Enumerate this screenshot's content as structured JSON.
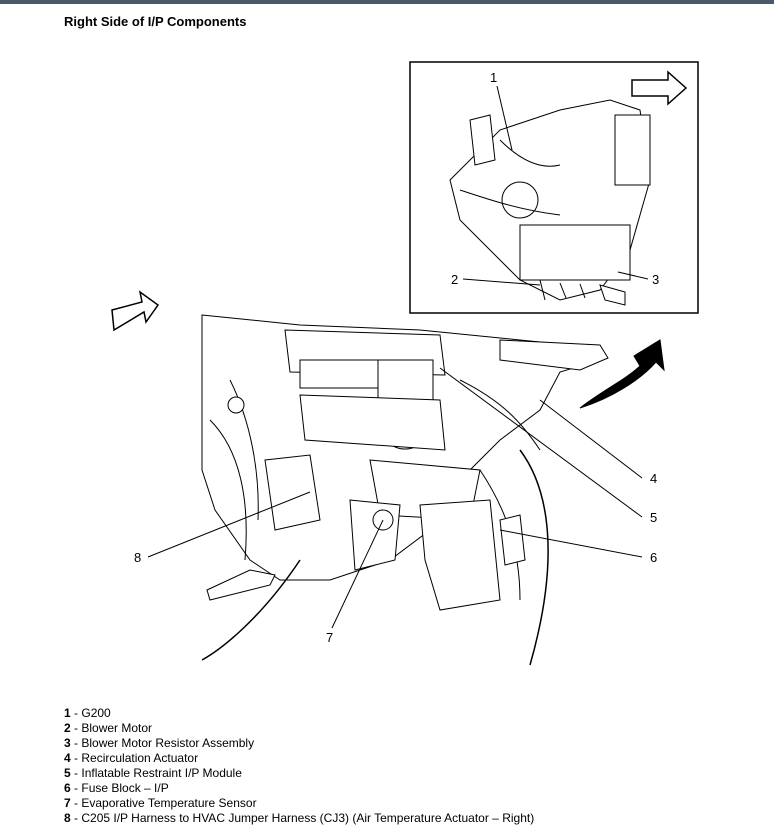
{
  "title": "Right Side of I/P Components",
  "callouts": [
    "1",
    "2",
    "3",
    "4",
    "5",
    "6",
    "7",
    "8"
  ],
  "legend": [
    {
      "num": "1",
      "sep": " - ",
      "text": "G200"
    },
    {
      "num": "2",
      "sep": " - ",
      "text": "Blower Motor"
    },
    {
      "num": "3",
      "sep": " - ",
      "text": "Blower Motor Resistor Assembly"
    },
    {
      "num": "4",
      "sep": " - ",
      "text": "Recirculation Actuator"
    },
    {
      "num": "5",
      "sep": " - ",
      "text": "Inflatable Restraint I/P Module"
    },
    {
      "num": "6",
      "sep": " - ",
      "text": "Fuse Block – I/P"
    },
    {
      "num": "7",
      "sep": " - ",
      "text": "Evaporative Temperature Sensor"
    },
    {
      "num": "8",
      "sep": " - ",
      "text": "C205 I/P Harness to HVAC Jumper Harness (CJ3) (Air Temperature Actuator – Right)"
    }
  ]
}
